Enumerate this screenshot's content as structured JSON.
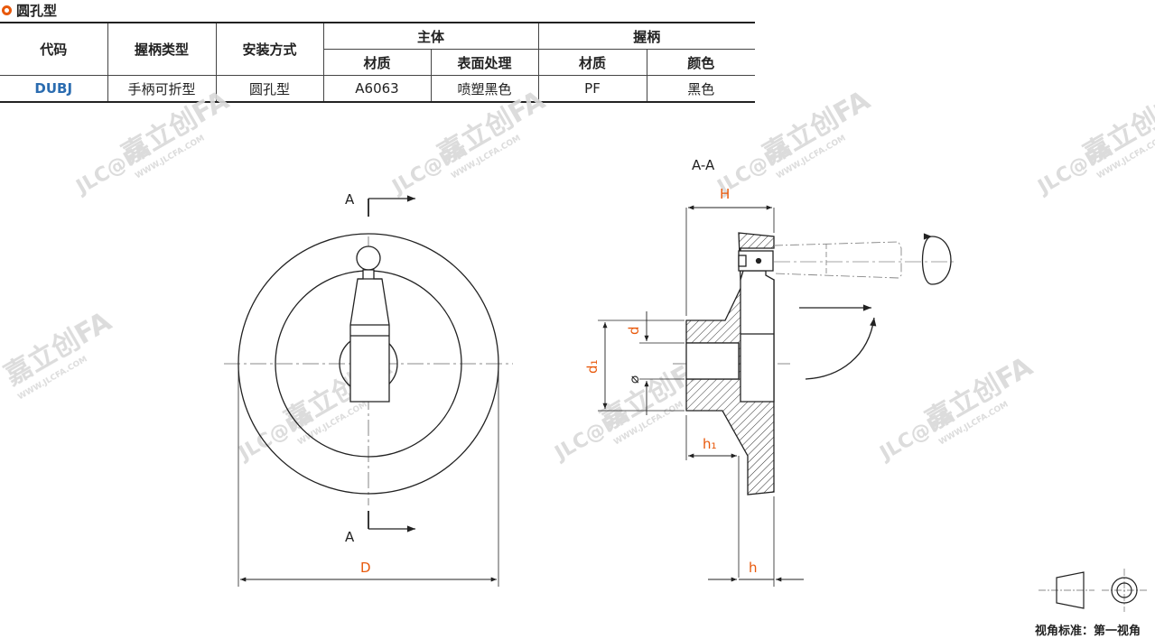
{
  "section_title": "圆孔型",
  "table": {
    "headers": {
      "code": "代码",
      "handle_type": "握柄类型",
      "mount": "安装方式",
      "main_body": "主体",
      "handle": "握柄",
      "material": "材质",
      "surface": "表面处理",
      "color": "颜色"
    },
    "row": {
      "code": "DUBJ",
      "handle_type": "手柄可折型",
      "mount": "圆孔型",
      "body_material": "A6063",
      "body_surface": "喷塑黑色",
      "handle_material": "PF",
      "handle_color": "黑色"
    }
  },
  "drawing": {
    "section_label": "A-A",
    "cut_label_top": "A",
    "cut_label_bottom": "A",
    "dim_D": "D",
    "dim_H": "H",
    "dim_h": "h",
    "dim_h1": "h₁",
    "dim_d": "d",
    "dim_d1": "d₁",
    "dim_phi": "⌀"
  },
  "watermark": {
    "brand": "嘉立创FA",
    "logo": "JLC@FA",
    "url": "WWW.JLCFA.COM"
  },
  "view_note": "视角标准：第一视角"
}
